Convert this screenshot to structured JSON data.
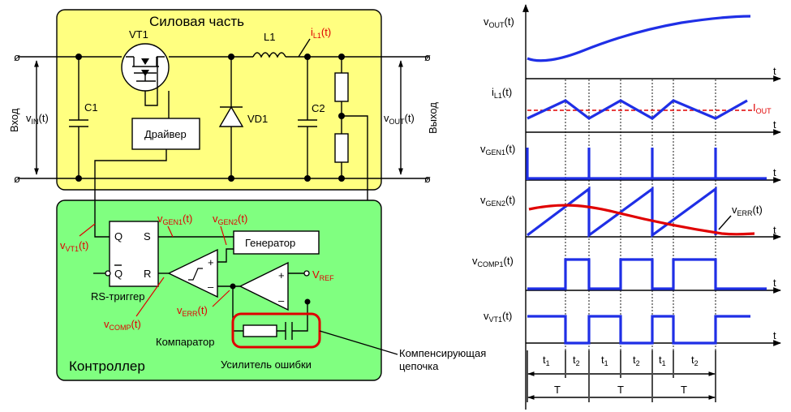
{
  "power": {
    "title": "Силовая часть",
    "vt1": "VT1",
    "l1": "L1",
    "il1": {
      "base": "i",
      "sub": "L1",
      "tail": "(t)"
    },
    "c1": "C1",
    "c2": "C2",
    "vd1": "VD1",
    "driver": "Драйвер",
    "vin": {
      "base": "v",
      "sub": "IN",
      "tail": "(t)"
    },
    "vout": {
      "base": "v",
      "sub": "OUT",
      "tail": "(t)"
    },
    "input": "Вход",
    "output": "Выход"
  },
  "controller": {
    "title": "Контроллер",
    "q": "Q",
    "s": "S",
    "qbar": "Q",
    "r": "R",
    "rs": "RS-триггер",
    "generator": "Генератор",
    "comparator": "Компаратор",
    "error_amp": "Усилитель ошибки",
    "vgen1": {
      "base": "v",
      "sub": "GEN1",
      "tail": "(t)"
    },
    "vgen2": {
      "base": "v",
      "sub": "GEN2",
      "tail": "(t)"
    },
    "vvt1": {
      "base": "v",
      "sub": "VT1",
      "tail": "(t)"
    },
    "vcomp": {
      "base": "v",
      "sub": "COMP",
      "tail": "(t)"
    },
    "verr": {
      "base": "v",
      "sub": "ERR",
      "tail": "(t)"
    },
    "vref": {
      "base": "V",
      "sub": "REF",
      "tail": ""
    },
    "plus": "+",
    "minus": "–"
  },
  "callout": {
    "line1": "Компенсирующая",
    "line2": "цепочка"
  },
  "timing": {
    "t": "t",
    "vout": {
      "base": "v",
      "sub": "OUT",
      "tail": "(t)"
    },
    "il1": {
      "base": "i",
      "sub": "L1",
      "tail": "(t)"
    },
    "iout": {
      "base": "I",
      "sub": "OUT",
      "tail": ""
    },
    "vgen1": {
      "base": "v",
      "sub": "GEN1",
      "tail": "(t)"
    },
    "vgen2": {
      "base": "v",
      "sub": "GEN2",
      "tail": "(t)"
    },
    "verr": {
      "base": "v",
      "sub": "ERR",
      "tail": "(t)"
    },
    "vcomp1": {
      "base": "v",
      "sub": "COMP1",
      "tail": "(t)"
    },
    "vvt1": {
      "base": "v",
      "sub": "VT1",
      "tail": "(t)"
    },
    "t1": {
      "base": "t",
      "sub": "1"
    },
    "t2": {
      "base": "t",
      "sub": "2"
    },
    "period": "T"
  },
  "colors": {
    "power_bg": "#ffff80",
    "controller_bg": "#80ff80",
    "signal": "#1f2fe6",
    "error": "#e00000",
    "callout": "#e00000"
  }
}
